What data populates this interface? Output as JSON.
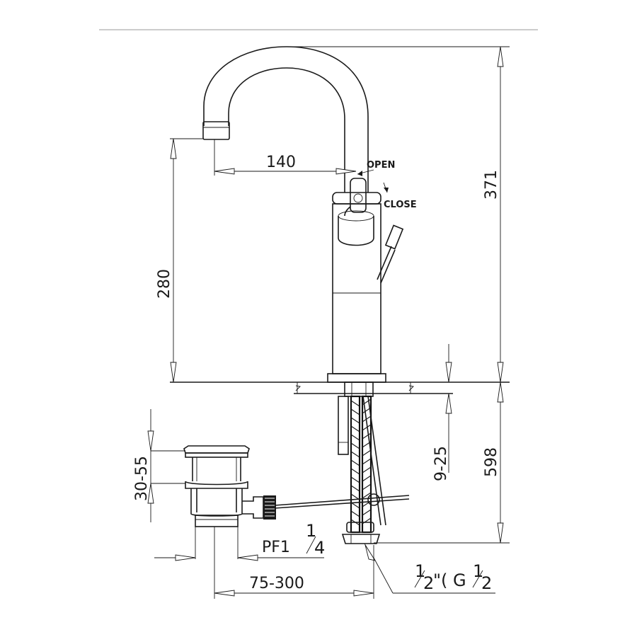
{
  "dimensions": {
    "spout_reach": "140",
    "spout_height": "280",
    "total_height": "371",
    "below_deck_length": "598",
    "deck_thickness": "9-25",
    "waste_adjust": "30-55",
    "waste_distance": "75-300"
  },
  "labels": {
    "open": "OPEN",
    "close": "CLOSE",
    "pf_prefix": "PF1",
    "pf_frac": "1/4",
    "pf_frac_num": "1",
    "pf_frac_den": "4",
    "connection": "1/2\"(G1/2",
    "conn_a_num": "1",
    "conn_a_den": "2",
    "conn_mid": "\"( G",
    "conn_b_num": "1",
    "conn_b_den": "2"
  }
}
